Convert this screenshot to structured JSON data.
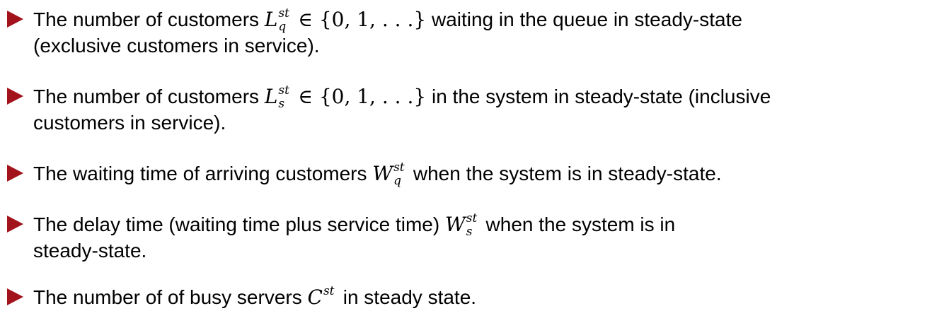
{
  "page": {
    "background_color": "#ffffff",
    "text_color": "#000000",
    "bullet_color": "#a3131c",
    "bullet_icon": "right-pointing-triangle"
  },
  "bullets": [
    {
      "pre": "The number of customers",
      "math": {
        "base": "L",
        "sup": "st",
        "sub": "q"
      },
      "set": "∈ {0, 1, . . .}",
      "line1_rest": "waiting in the queue in steady-state",
      "line2": "(exclusive customers in service)."
    },
    {
      "pre": "The number of customers",
      "math": {
        "base": "L",
        "sup": "st",
        "sub": "s"
      },
      "set": "∈ {0, 1, . . .}",
      "line1_rest": "in the system in steady-state (inclusive",
      "line2": "customers in service)."
    },
    {
      "pre": "The waiting time of arriving customers",
      "math": {
        "base": "W",
        "sup": "st",
        "sub": "q"
      },
      "line1_rest": "when the system is in steady-state."
    },
    {
      "pre": "The delay time (waiting time plus service time)",
      "math": {
        "base": "W",
        "sup": "st",
        "sub": "s"
      },
      "line1_rest": "when the system is in",
      "line2": "steady-state."
    },
    {
      "pre": "The number of of busy servers",
      "math": {
        "base": "C",
        "sup": "st",
        "sub": ""
      },
      "line1_rest": "in steady state."
    }
  ]
}
